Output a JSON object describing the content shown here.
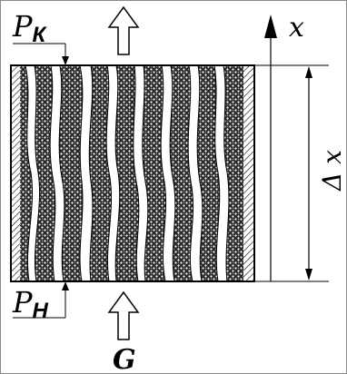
{
  "labels": {
    "p_k_main": "P",
    "p_k_sub": "К",
    "p_n_main": "P",
    "p_n_sub": "Н",
    "axis_x": "x",
    "delta_x": "Δ x",
    "flow": "G"
  },
  "colors": {
    "line": "#000000",
    "background": "#ffffff",
    "texture_dot": "#000000"
  },
  "icons": {
    "top_arrow": "hollow-up-arrow-icon",
    "bottom_arrow": "hollow-up-arrow-icon",
    "axis_arrow": "solid-up-arrow-icon"
  }
}
